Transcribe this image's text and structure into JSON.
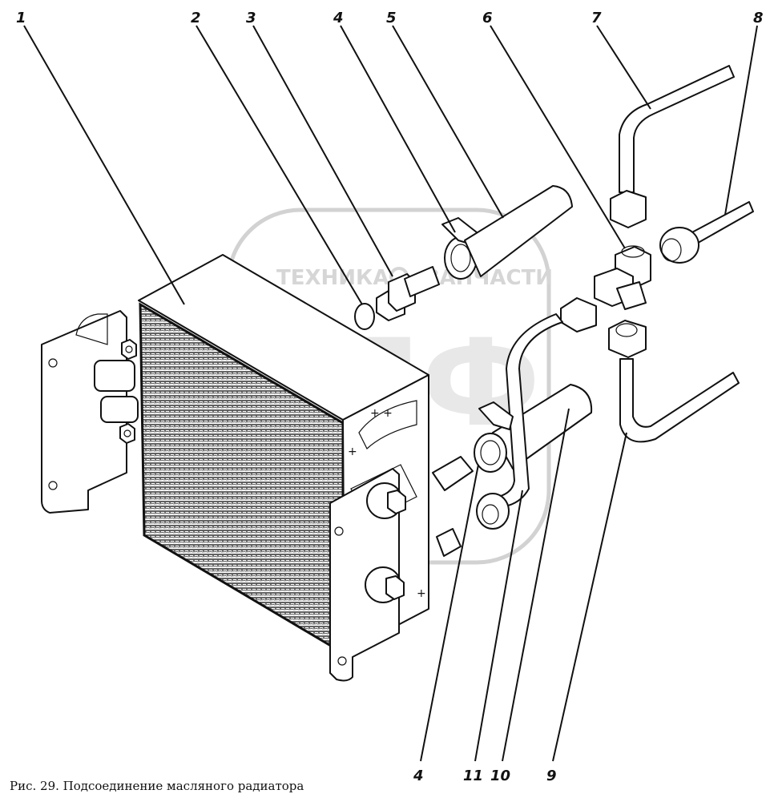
{
  "caption": "Рис. 29. Подсоединение масляного радиатора",
  "watermark": {
    "line1_left": "ТЕХНИКА",
    "line1_right": "ЗАПЧАСТИ",
    "logo_letters": "ЭПФ"
  },
  "callouts": [
    "1",
    "2",
    "3",
    "4",
    "5",
    "6",
    "7",
    "8",
    "4",
    "11",
    "10",
    "9"
  ]
}
